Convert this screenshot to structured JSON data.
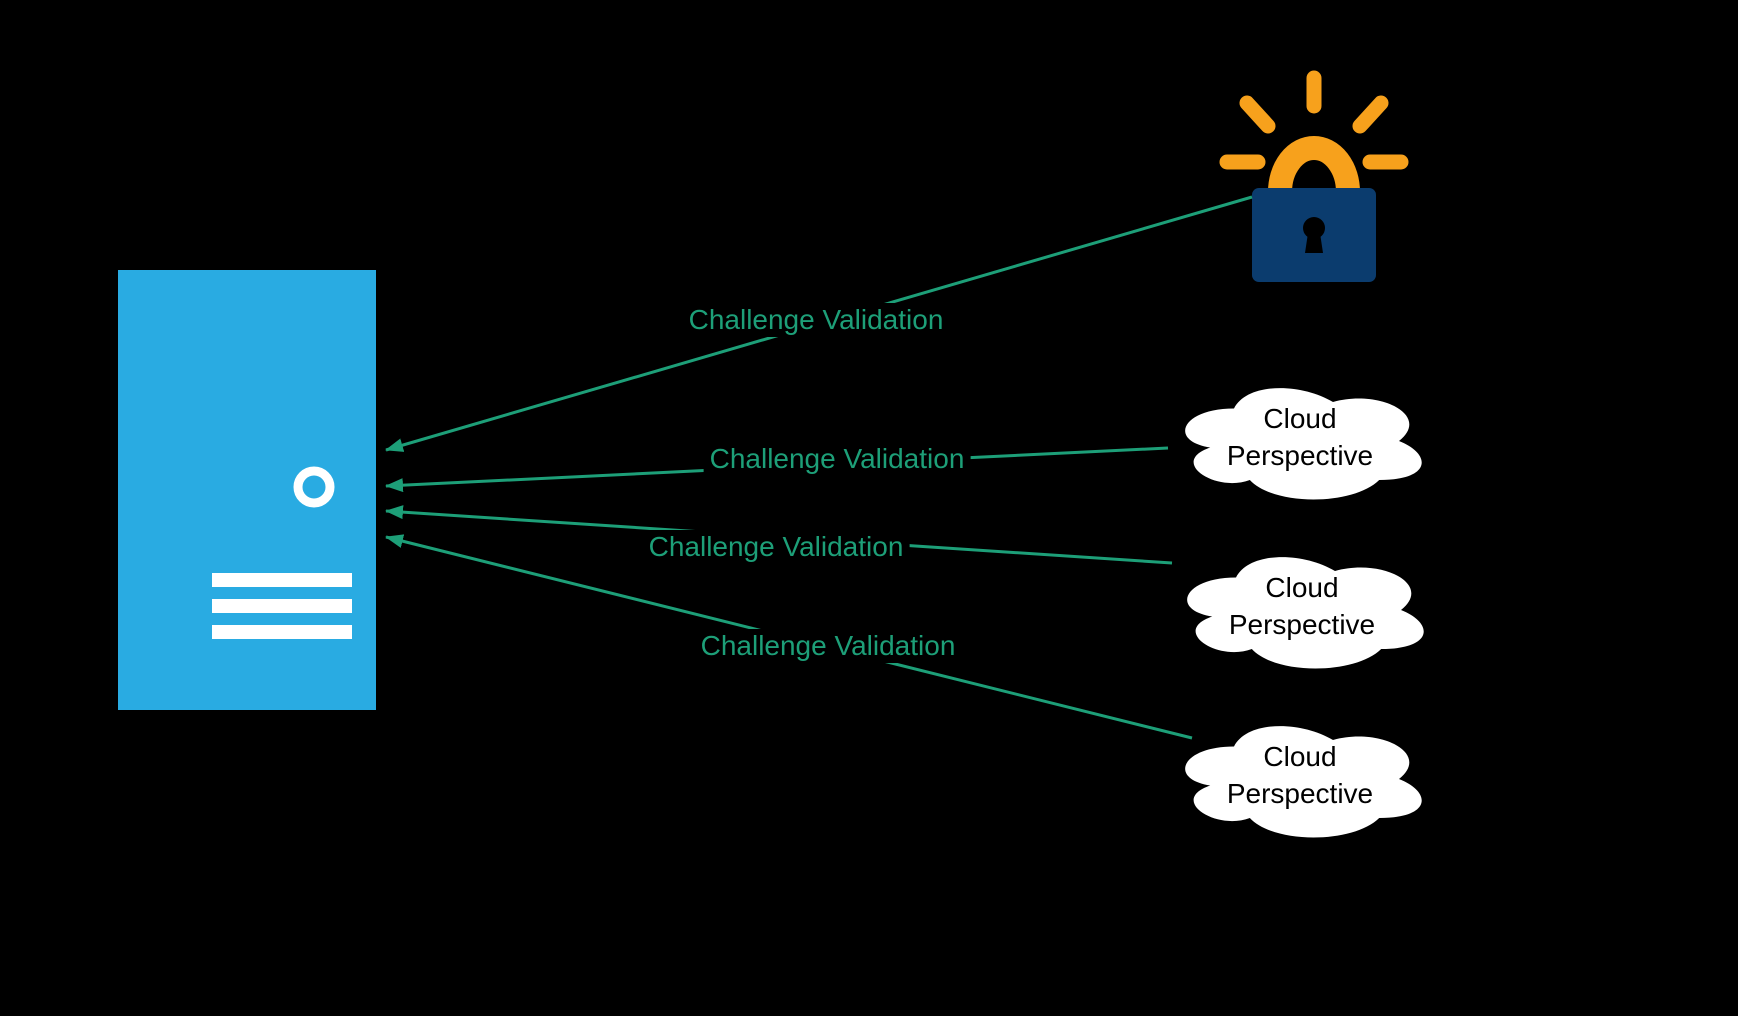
{
  "diagram": {
    "colors": {
      "background": "#000000",
      "server_fill": "#29abe2",
      "arrow_color": "#1d9f78",
      "lock_body": "#0b3c6e",
      "lock_glow": "#f7a11c",
      "cloud_fill": "#ffffff",
      "cloud_text": "#000000"
    },
    "icons": {
      "server": "server-icon",
      "lock": "shining-lock-icon",
      "cloud": "cloud-icon"
    },
    "edges": [
      {
        "label": "Challenge Validation"
      },
      {
        "label": "Challenge Validation"
      },
      {
        "label": "Challenge Validation"
      },
      {
        "label": "Challenge Validation"
      }
    ],
    "clouds": [
      {
        "label": "Cloud Perspective"
      },
      {
        "label": "Cloud Perspective"
      },
      {
        "label": "Cloud Perspective"
      }
    ]
  }
}
